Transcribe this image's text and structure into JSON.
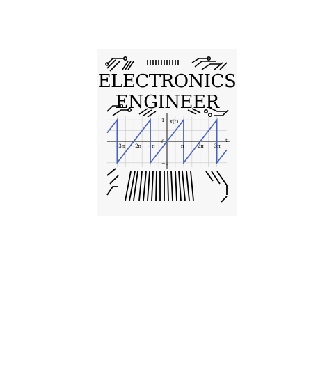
{
  "design": {
    "title_line_1": "ELECTRONICS",
    "title_line_2": "ENGINEER",
    "y_axis_label": "x(t)",
    "x_axis_label": "t",
    "x_tick_labels": [
      "−3π",
      "−2π",
      "−π",
      "π",
      "2π",
      "3π"
    ],
    "y_tick_labels": [
      "1",
      "0",
      "−1"
    ],
    "wave_color": "#4a63b8",
    "ink_color": "#000000",
    "grid_color": "#c8c8c8"
  },
  "chart_data": {
    "type": "line",
    "title": "",
    "xlabel": "t",
    "ylabel": "x(t)",
    "xlim": [
      -3.6,
      3.6
    ],
    "ylim": [
      -1.2,
      1.2
    ],
    "x_ticks": [
      -3,
      -2,
      -1,
      1,
      2,
      3
    ],
    "x_tick_labels": [
      "−3π",
      "−2π",
      "−π",
      "π",
      "2π",
      "3π"
    ],
    "y_ticks": [
      1,
      0,
      -1
    ],
    "grid": true,
    "series": [
      {
        "x": [
          -3.6,
          -3,
          -3,
          -1,
          -1,
          1,
          1,
          3,
          3,
          3.6
        ],
        "y": [
          0.4,
          1,
          -1,
          1,
          -1,
          1,
          -1,
          1,
          -1,
          -0.4
        ]
      }
    ]
  }
}
